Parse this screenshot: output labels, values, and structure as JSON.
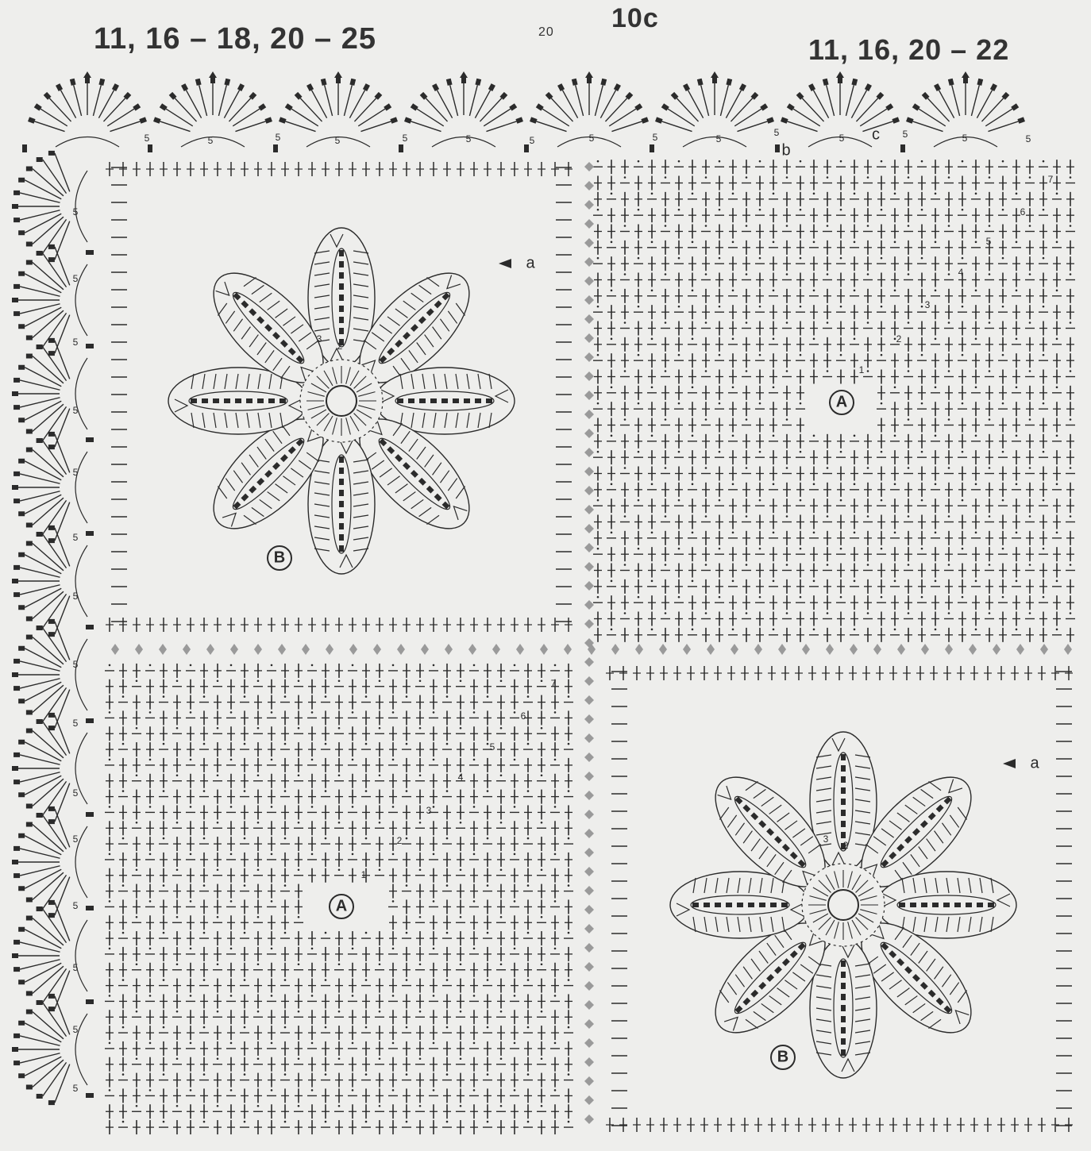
{
  "headers": {
    "left_rows": "11, 16 – 18, 20 – 25",
    "right_rows": "11, 16, 20 – 22",
    "figure_id": "10c",
    "start_mark": "20"
  },
  "motifs": {
    "a": "A",
    "b": "B"
  },
  "markers": {
    "a": "a",
    "b": "b",
    "c": "c"
  },
  "edging_chain": "5",
  "round_numbers": [
    "1",
    "2",
    "3",
    "4",
    "5",
    "6",
    "7"
  ],
  "petal_rounds": [
    "2",
    "3"
  ],
  "colors": {
    "ink": "#2b2b2b",
    "paper": "#eeeeec",
    "join": "#9a9a9a"
  }
}
